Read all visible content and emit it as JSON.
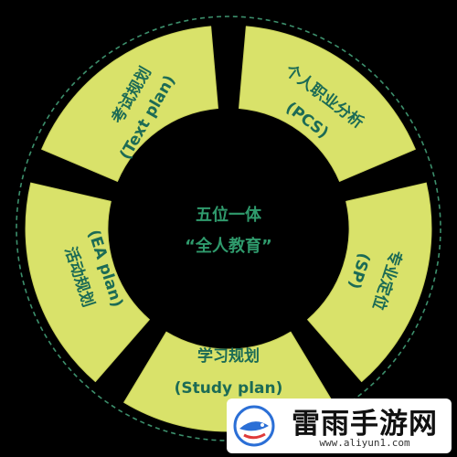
{
  "center": {
    "line1": "五位一体",
    "line2": "“全人教育”"
  },
  "segments": [
    {
      "id": "exam",
      "title": "考试规划",
      "subtitle": "(Text plan)"
    },
    {
      "id": "career",
      "title": "个人职业分析",
      "subtitle": "(PCS)"
    },
    {
      "id": "major",
      "title": "专业定位",
      "subtitle": "(SP)"
    },
    {
      "id": "study",
      "title": "学习规划",
      "subtitle": "(Study plan)"
    },
    {
      "id": "activity",
      "title": "活动规划",
      "subtitle": "(EA plan)"
    }
  ],
  "watermark": {
    "brand": "雷雨手游网",
    "url": "www.aliyun1.com"
  },
  "colors": {
    "background": "#000000",
    "segment_fill": "#d9e26a",
    "segment_text": "#1c6b55",
    "center_text": "#2f9a6c",
    "dashed_ring": "#3c8f6c"
  }
}
